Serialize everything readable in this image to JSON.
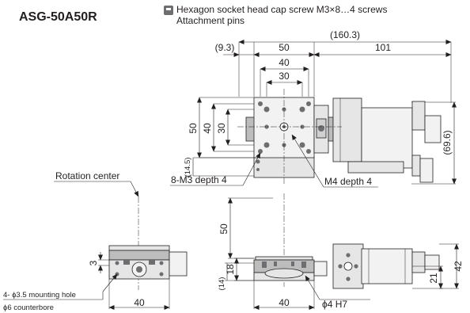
{
  "title": {
    "model": "ASG-50A50R"
  },
  "legend": {
    "icon": "screw-pin-legend-icon",
    "line1": "Hexagon socket head cap screw M3×8…4 screws",
    "line2": "Attachment pins"
  },
  "dimensions": {
    "overall_length": "(160.3)",
    "offset_left": "(9.3)",
    "stage_width": "50",
    "motor_length": "101",
    "pitch_40_top": "40",
    "pitch_30_top": "30",
    "stage_height_left": "50",
    "pitch_40_left": "40",
    "pitch_30_left": "30",
    "offset_14_5": "(14.5)",
    "motor_height": "(69.6)",
    "thread_m3": "8-M3 depth 4",
    "thread_m4": "M4 depth 4",
    "rotation_center": "Rotation center",
    "center_height": "50",
    "side_dim_3": "3",
    "side_mount": "4- ϕ3.5 mounting hole",
    "side_counterbore": "ϕ6 counterbore",
    "side_width_40": "40",
    "front_18": "18",
    "front_14": "(14)",
    "front_40": "40",
    "front_pin": "ϕ4 H7",
    "right_21": "21",
    "right_42": "42"
  },
  "colors": {
    "ink": "#231f20",
    "fill_light": "#e6e6e6",
    "fill_mid": "#bdbdbd",
    "fill_dark": "#6d6e71"
  }
}
